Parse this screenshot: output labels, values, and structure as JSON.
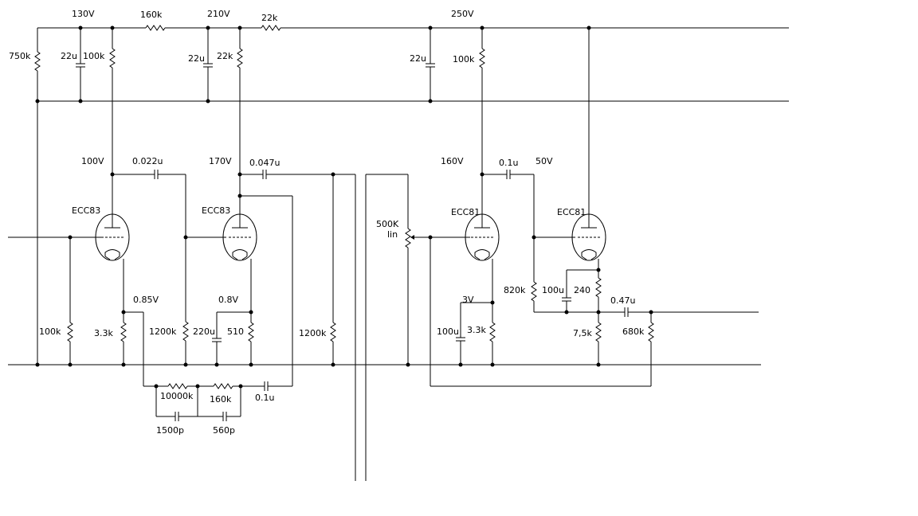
{
  "rail_voltages": {
    "v130": "130V",
    "v210": "210V",
    "v250": "250V"
  },
  "stage_voltages": {
    "v1_plate": "100V",
    "v2_plate": "170V",
    "v3_plate": "160V",
    "v4_grid": "50V",
    "v1_cathode": "0.85V",
    "v2_cathode": "0.8V",
    "v3_cathode": "3V"
  },
  "tubes": {
    "v1": "ECC83",
    "v2": "ECC83",
    "v3": "ECC81",
    "v4": "ECC81"
  },
  "resistors": {
    "r_750k": "750k",
    "r_100k_plate1": "100k",
    "r_160k": "160k",
    "r_22k_series": "22k",
    "r_22k_plate2": "22k",
    "r_100k_plate3": "100k",
    "r_100k_grid": "100k",
    "r_3k3_c1": "3.3k",
    "r_1200k_g2": "1200k",
    "r_510": "510",
    "r_1200k_out": "1200k",
    "r_500k_pot": "500K",
    "r_500k_taper": "lin",
    "r_3k3_c3": "3.3k",
    "r_820k": "820k",
    "r_240": "240",
    "r_7k5": "7,5k",
    "r_680k": "680k",
    "r_10000k": "10000k",
    "r_160k_fb": "160k"
  },
  "capacitors": {
    "c_22u_a": "22u",
    "c_22u_b": "22u",
    "c_22u_c": "22u",
    "c_0022u": "0.022u",
    "c_0047u": "0.047u",
    "c_01u_a": "0.1u",
    "c_220u": "220u",
    "c_100u_c3": "100u",
    "c_100u_c4": "100u",
    "c_047u": "0.47u",
    "c_01u_fb": "0.1u",
    "c_1500p": "1500p",
    "c_560p": "560p"
  }
}
